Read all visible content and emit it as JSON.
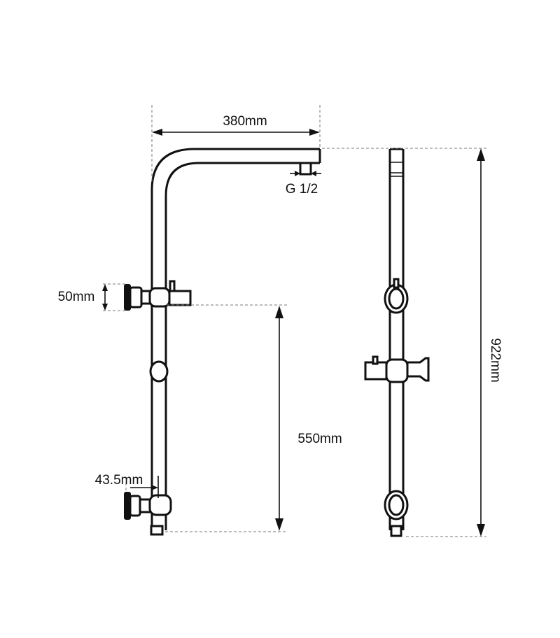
{
  "dimensions": {
    "arm_length": "380mm",
    "thread": "G 1/2",
    "bracket_height": "50mm",
    "bracket_offset": "43.5mm",
    "rail_spacing": "550mm",
    "total_height": "922mm"
  },
  "colors": {
    "line": "#111111",
    "guide": "#777777",
    "background": "#ffffff"
  }
}
